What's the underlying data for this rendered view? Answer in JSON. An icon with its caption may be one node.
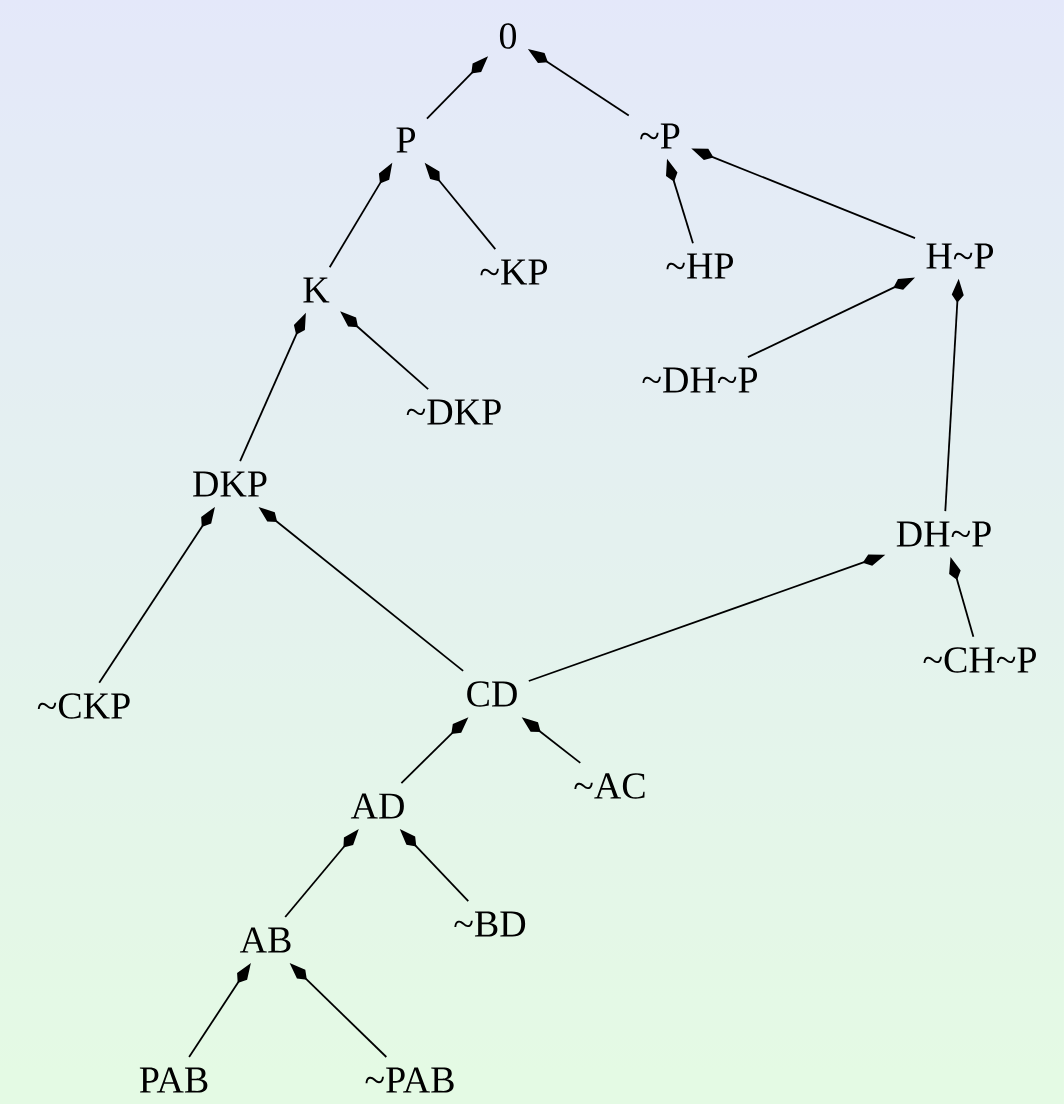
{
  "diagram": {
    "nodes": [
      {
        "text": [
          "0"
        ]
      },
      {
        "text": [
          "P"
        ]
      },
      {
        "text": [
          "~P"
        ]
      },
      {
        "text": [
          "K"
        ]
      },
      {
        "text": [
          "~KP"
        ]
      },
      {
        "text": [
          "~HP"
        ]
      },
      {
        "text": [
          "H~P"
        ]
      },
      {
        "text": [
          "~DKP"
        ]
      },
      {
        "text": [
          "~DH~P"
        ]
      },
      {
        "text": [
          "DKP"
        ]
      },
      {
        "text": [
          "DH~P"
        ]
      },
      {
        "text": [
          "~CKP"
        ]
      },
      {
        "text": [
          "CD"
        ]
      },
      {
        "text": [
          "~CH~P"
        ]
      },
      {
        "text": [
          "AD"
        ]
      },
      {
        "text": [
          "~AC"
        ]
      },
      {
        "text": [
          "AB"
        ]
      },
      {
        "text": [
          "~BD"
        ]
      },
      {
        "text": [
          "PAB"
        ]
      },
      {
        "text": [
          "~PAB"
        ]
      }
    ],
    "edges": [
      {
        "from": 1,
        "to": 0,
        "arrow": "to"
      },
      {
        "from": 2,
        "to": 0,
        "arrow": "to"
      },
      {
        "from": 3,
        "to": 1,
        "arrow": "to"
      },
      {
        "from": 4,
        "to": 1,
        "arrow": "to"
      },
      {
        "from": 5,
        "to": 2,
        "arrow": "to"
      },
      {
        "from": 6,
        "to": 2,
        "arrow": "to"
      },
      {
        "from": 9,
        "to": 3,
        "arrow": "to"
      },
      {
        "from": 7,
        "to": 3,
        "arrow": "to"
      },
      {
        "from": 8,
        "to": 6,
        "arrow": "to"
      },
      {
        "from": 10,
        "to": 6,
        "arrow": "to"
      },
      {
        "from": 11,
        "to": 9,
        "arrow": "to"
      },
      {
        "from": 12,
        "to": 9,
        "arrow": "to"
      },
      {
        "from": 12,
        "to": 10,
        "arrow": "to"
      },
      {
        "from": 13,
        "to": 10,
        "arrow": "to"
      },
      {
        "from": 14,
        "to": 12,
        "arrow": "to"
      },
      {
        "from": 15,
        "to": 12,
        "arrow": "to"
      },
      {
        "from": 16,
        "to": 14,
        "arrow": "to"
      },
      {
        "from": 17,
        "to": 14,
        "arrow": "to"
      },
      {
        "from": 18,
        "to": 16,
        "arrow": "to"
      },
      {
        "from": 19,
        "to": 16,
        "arrow": "to"
      }
    ]
  }
}
